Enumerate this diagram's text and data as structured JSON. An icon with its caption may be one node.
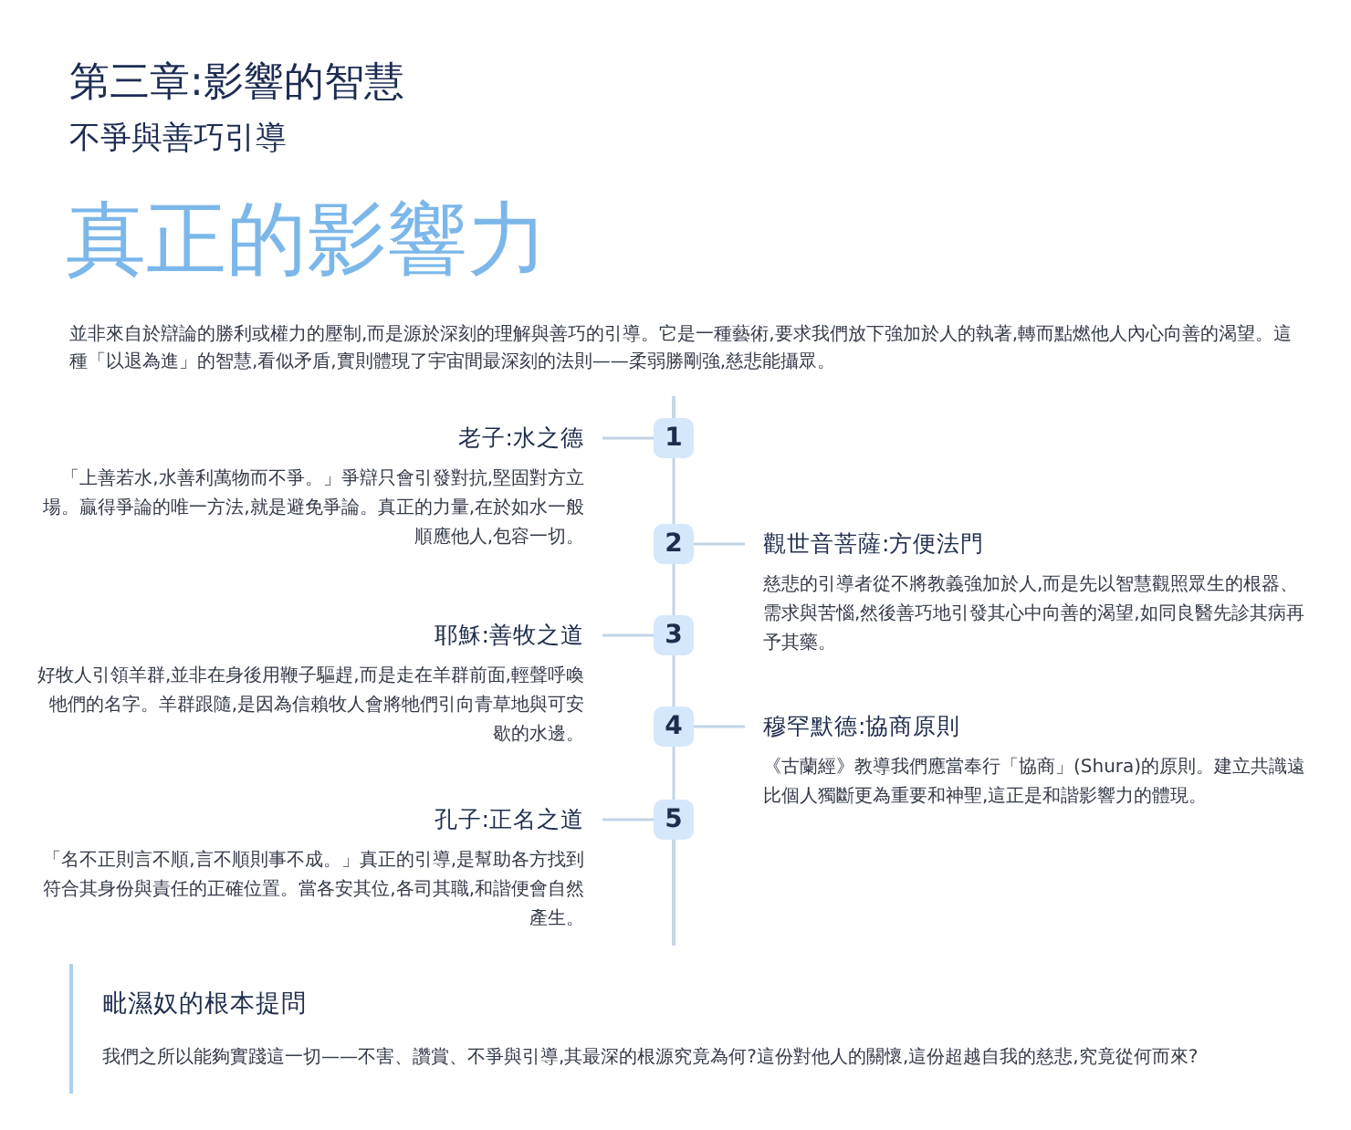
{
  "diagram": {
    "title": "第三章:影響的智慧",
    "nodes": [
      {
        "text": [
          "老子:水之德",
          "「上善若水,水善利萬物而不爭。」爭辯只會引發對抗,堅固對方立場。贏得爭論的唯一方法,就是避免爭論。真正的力量,在於如水一般順應他人,包容一切。"
        ]
      },
      {
        "text": [
          "1"
        ]
      },
      {
        "text": [
          "2"
        ]
      },
      {
        "text": [
          "觀世音菩薩:方便法門",
          "慈悲的引導者從不將教義強加於人,而是先以智慧觀照眾生的根器、需求與苦惱,然後善巧地引發其心中向善的渴望,如同良醫先診其病再予其藥。"
        ]
      },
      {
        "text": [
          "耶穌:善牧之道",
          "好牧人引領羊群,並非在身後用鞭子驅趕,而是走在羊群前面,輕聲呼喚牠們的名字。羊群跟隨,是因為信賴牧人會將牠們引向青草地與可安歇的水邊。"
        ]
      },
      {
        "text": [
          "3"
        ]
      },
      {
        "text": [
          "4"
        ]
      },
      {
        "text": [
          "穆罕默德:協商原則",
          "《古蘭經》教導我們應當奉行「協商」(Shura)的原則。建立共識遠比個人獨斷更為重要和神聖,這正是和諧影響力的體現。"
        ]
      },
      {
        "text": [
          "孔子:正名之道",
          "「名不正則言不順,言不順則事不成。」真正的引導,是幫助各方找到符合其身份與責任的正確位置。當各安其位,各司其職,和諧便會自然產生。"
        ]
      },
      {
        "text": [
          "5"
        ]
      },
      {
        "text": [
          "毗濕奴的根本提問",
          "我們之所以能夠實踐這一切——不害、讚賞、不爭與引導,其最深的根源究竟為何?這份對他人的關懷,這份超越自我的慈悲,究竟從何而來?"
        ]
      }
    ],
    "edges": [
      {
        "from": 0,
        "to": 1,
        "arrow": "none"
      },
      {
        "from": 1,
        "to": 2,
        "arrow": "none"
      },
      {
        "from": 2,
        "to": 3,
        "arrow": "none"
      },
      {
        "from": 2,
        "to": 5,
        "arrow": "none"
      },
      {
        "from": 4,
        "to": 5,
        "arrow": "none"
      },
      {
        "from": 5,
        "to": 6,
        "arrow": "none"
      },
      {
        "from": 6,
        "to": 7,
        "arrow": "none"
      },
      {
        "from": 6,
        "to": 9,
        "arrow": "none"
      },
      {
        "from": 8,
        "to": 9,
        "arrow": "none"
      }
    ],
    "labels": [
      "不爭與善巧引導",
      "真正的影響力",
      "並非來自於辯論的勝利或權力的壓制,而是源於深刻的理解與善巧的引導。它是一種藝術,要求我們放下強加於人的執著,轉而點燃他人內心向善的渴望。這種「以退為進」的智慧,看似矛盾,實則體現了宇宙間最深刻的法則——柔弱勝剛強,慈悲能攝眾。"
    ]
  }
}
